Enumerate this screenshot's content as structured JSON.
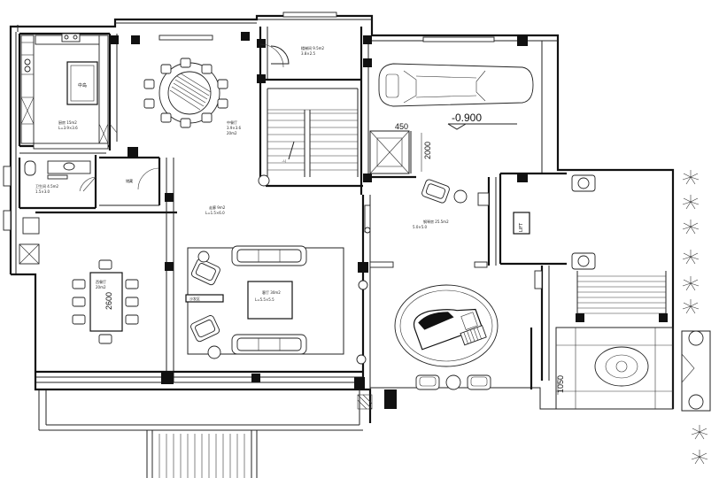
{
  "rooms": {
    "kitchen": {
      "line1": "厨房 15m2",
      "line2": "L=3.9×3.6"
    },
    "island_label": "中岛",
    "dining_round": {
      "line1": "中餐厅",
      "line2": "3.9×3.6",
      "line3": "20m2"
    },
    "bath": {
      "line1": "卫生间 4.5m2",
      "line2": "1.5×3.0"
    },
    "small_room": "储藏",
    "corridor": {
      "line1": "走廊 9m2",
      "line2": "L=1.5×6.0"
    },
    "stair_hall": {
      "line1": "楼梯间 9.5m2",
      "line2": "3.8×2.5"
    },
    "west_dining": {
      "line1": "西餐厅",
      "line2": "20m2"
    },
    "living": {
      "line1": "客厅 30m2",
      "line2": "L=5.5×5.5"
    },
    "sofa_zone": "沙发区",
    "piano_room": {
      "line1": "钢琴房 25.5m2",
      "line2": "5.0×5.0"
    }
  },
  "dimensions": {
    "garage_level": "-0.900",
    "stair_step": "450",
    "vertical_2000": "2000",
    "table_2600": "2600",
    "terrace_1050": "1050",
    "stair_arrow": "上"
  },
  "lift_text": "LIFT"
}
